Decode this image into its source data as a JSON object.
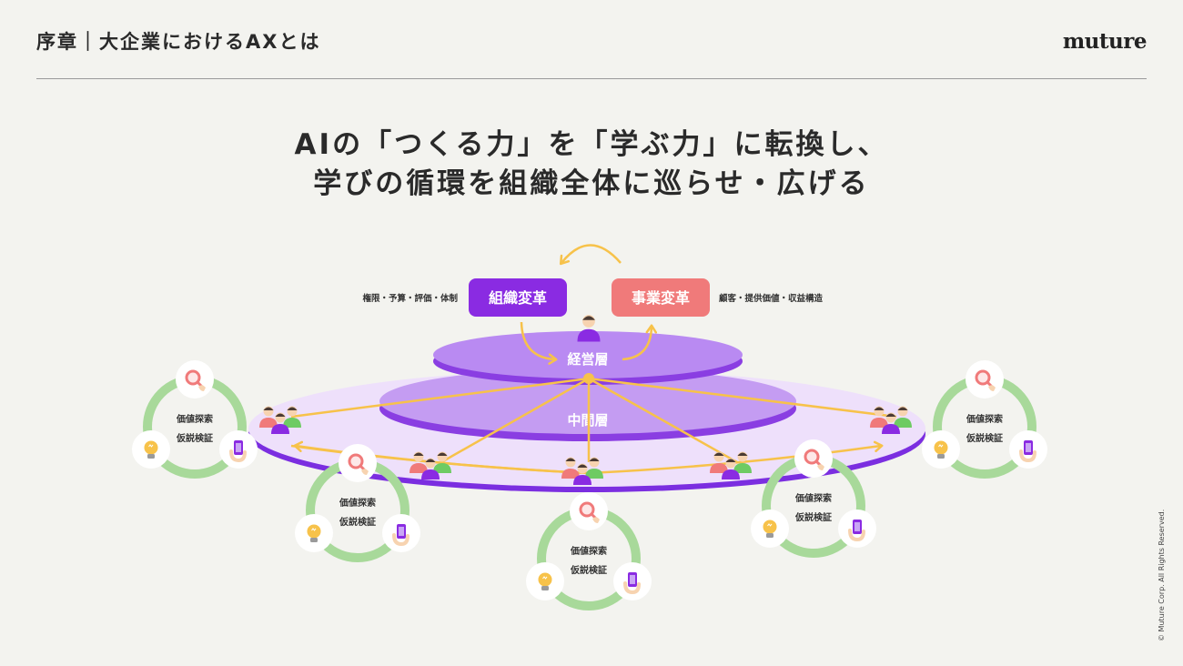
{
  "header": {
    "section_title": "序章｜大企業におけるAXとは",
    "logo": "muture"
  },
  "headline": {
    "line1": "AIの「つくる力」を「学ぶ力」に転換し、",
    "line2": "学びの循環を組織全体に巡らせ・広げる"
  },
  "diagram": {
    "org_change": {
      "label": "組織変革",
      "note": "権限・予算・評価・体制",
      "color": "#8a2be2"
    },
    "biz_change": {
      "label": "事業変革",
      "note": "顧客・提供価値・収益構造",
      "color": "#f07a7a"
    },
    "layers": {
      "executive": "経営層",
      "middle": "中間層"
    },
    "cycle": {
      "line1": "価値探索",
      "line2": "仮説検証",
      "icons": [
        "search-icon",
        "lightbulb-icon",
        "smartphone-icon"
      ]
    },
    "colors": {
      "purple": "#8a2be2",
      "light_purple": "#b98af2",
      "cycle_green": "#a8d99a",
      "arrow_yellow": "#f7c24a",
      "coral": "#f07a7a"
    }
  },
  "footer": {
    "copyright": "© Muture Corp. All Rights Reserved."
  }
}
